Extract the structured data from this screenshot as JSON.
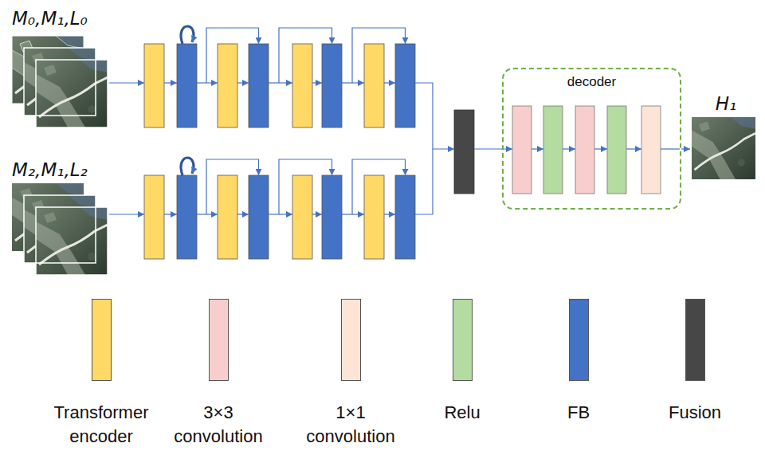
{
  "diagram": {
    "nodes": [
      {
        "text": [
          "M₀,M₁,L₀"
        ]
      },
      {
        "text": [
          "M₂,M₁,L₂"
        ]
      },
      {
        "text": [
          "decoder"
        ]
      },
      {
        "text": [
          "H₁"
        ]
      }
    ],
    "edges": [
      {
        "from": 2,
        "to": 3,
        "arrow": "to"
      }
    ],
    "legend": [
      {
        "text": "Transformer encoder",
        "color": "#ffd966"
      },
      {
        "text": "3×3 convolution",
        "color": "#f8cecc"
      },
      {
        "text": "1×1 convolution",
        "color": "#fce4d6"
      },
      {
        "text": "Relu",
        "color": "#b4dba0"
      },
      {
        "text": "FB",
        "color": "#4472c4"
      },
      {
        "text": "Fusion",
        "color": "#474747"
      }
    ]
  }
}
